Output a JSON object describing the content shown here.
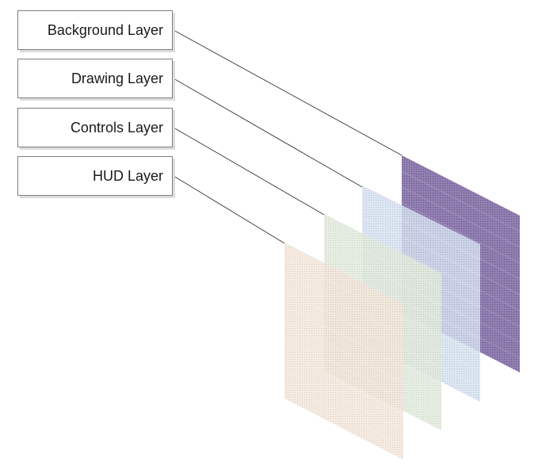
{
  "layers": [
    {
      "label": "Background Layer",
      "fill": "#8b78ad",
      "texture": "#5e4b82"
    },
    {
      "label": "Drawing Layer",
      "fill": "#d7e2f0",
      "texture": "#a9b8cf"
    },
    {
      "label": "Controls Layer",
      "fill": "#e2eadd",
      "texture": "#c3cfba"
    },
    {
      "label": "HUD Layer",
      "fill": "#f3e6dc",
      "texture": "#d8c3b3"
    }
  ],
  "colors": {
    "box_border": "#7f7f7f",
    "connector_line": "#333333"
  }
}
